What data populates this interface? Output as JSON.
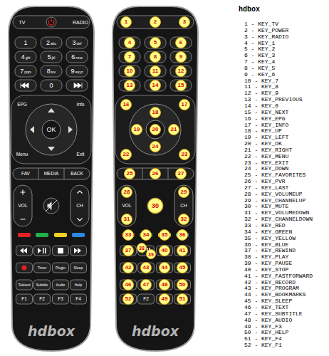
{
  "diagram": {
    "title": "hdbox",
    "nodes": [
      {
        "text": [
          "hdbox"
        ]
      },
      {
        "text": [
          "TV"
        ],
        "in": 0
      },
      {
        "text": [
          "RADIO"
        ],
        "in": 0
      },
      {
        "text": [
          "1"
        ],
        "in": 0
      },
      {
        "text": [
          "2",
          "abc"
        ],
        "in": 0
      },
      {
        "text": [
          "3",
          "def"
        ],
        "in": 0
      },
      {
        "text": [
          "4",
          "ghi"
        ],
        "in": 0
      },
      {
        "text": [
          "5",
          "jkl"
        ],
        "in": 0
      },
      {
        "text": [
          "6",
          "mno"
        ],
        "in": 0
      },
      {
        "text": [
          "7",
          "pqrs"
        ],
        "in": 0
      },
      {
        "text": [
          "8",
          "tuv"
        ],
        "in": 0
      },
      {
        "text": [
          "9",
          "wxyz"
        ],
        "in": 0
      },
      {
        "text": [
          "0"
        ],
        "in": 0
      },
      {
        "text": [
          "EPG"
        ],
        "in": 0
      },
      {
        "text": [
          "Info"
        ],
        "in": 0
      },
      {
        "text": [
          "OK"
        ],
        "in": 0
      },
      {
        "text": [
          "Menu"
        ],
        "in": 0
      },
      {
        "text": [
          "Exit"
        ],
        "in": 0
      },
      {
        "text": [
          "FAV"
        ],
        "in": 0
      },
      {
        "text": [
          "MEDIA"
        ],
        "in": 0
      },
      {
        "text": [
          "BACK"
        ],
        "in": 0
      },
      {
        "text": [
          "VOL"
        ],
        "in": 0
      },
      {
        "text": [
          "CH"
        ],
        "in": 0
      },
      {
        "text": [
          "Timer"
        ],
        "in": 0
      },
      {
        "text": [
          "Plugin"
        ],
        "in": 0
      },
      {
        "text": [
          "Sleep"
        ],
        "in": 0
      },
      {
        "text": [
          "Teletext"
        ],
        "in": 0
      },
      {
        "text": [
          "Subtitle"
        ],
        "in": 0
      },
      {
        "text": [
          "Audio"
        ],
        "in": 0
      },
      {
        "text": [
          "Help"
        ],
        "in": 0
      },
      {
        "text": [
          "F1"
        ],
        "in": 0
      },
      {
        "text": [
          "F2"
        ],
        "in": 0
      },
      {
        "text": [
          "F3"
        ],
        "in": 0
      },
      {
        "text": [
          "F4"
        ],
        "in": 0
      },
      {
        "text": [
          "hdbox"
        ]
      },
      {
        "text": [
          "1"
        ],
        "in": 34
      },
      {
        "text": [
          "2"
        ],
        "in": 34
      },
      {
        "text": [
          "3"
        ],
        "in": 34
      },
      {
        "text": [
          "4"
        ],
        "in": 34
      },
      {
        "text": [
          "5"
        ],
        "in": 34
      },
      {
        "text": [
          "6"
        ],
        "in": 34
      },
      {
        "text": [
          "7"
        ],
        "in": 34
      },
      {
        "text": [
          "8"
        ],
        "in": 34
      },
      {
        "text": [
          "9"
        ],
        "in": 34
      },
      {
        "text": [
          "10"
        ],
        "in": 34
      },
      {
        "text": [
          "11"
        ],
        "in": 34
      },
      {
        "text": [
          "12"
        ],
        "in": 34
      },
      {
        "text": [
          "13"
        ],
        "in": 34
      },
      {
        "text": [
          "14"
        ],
        "in": 34
      },
      {
        "text": [
          "15"
        ],
        "in": 34
      },
      {
        "text": [
          "16"
        ],
        "in": 34
      },
      {
        "text": [
          "17"
        ],
        "in": 34
      },
      {
        "text": [
          "18"
        ],
        "in": 34
      },
      {
        "text": [
          "19"
        ],
        "in": 34
      },
      {
        "text": [
          "20"
        ],
        "in": 34
      },
      {
        "text": [
          "21"
        ],
        "in": 34
      },
      {
        "text": [
          "22"
        ],
        "in": 34
      },
      {
        "text": [
          "23"
        ],
        "in": 34
      },
      {
        "text": [
          "24"
        ],
        "in": 34
      },
      {
        "text": [
          "25"
        ],
        "in": 34
      },
      {
        "text": [
          "26"
        ],
        "in": 34
      },
      {
        "text": [
          "27"
        ],
        "in": 34
      },
      {
        "text": [
          "28"
        ],
        "in": 34
      },
      {
        "text": [
          "29"
        ],
        "in": 34
      },
      {
        "text": [
          "VOL"
        ],
        "in": 34
      },
      {
        "text": [
          "30"
        ],
        "in": 34
      },
      {
        "text": [
          "CH"
        ],
        "in": 34
      },
      {
        "text": [
          "31"
        ],
        "in": 34
      },
      {
        "text": [
          "32"
        ],
        "in": 34
      },
      {
        "text": [
          "33"
        ],
        "in": 34
      },
      {
        "text": [
          "34"
        ],
        "in": 34
      },
      {
        "text": [
          "35"
        ],
        "in": 34
      },
      {
        "text": [
          "36"
        ],
        "in": 34
      },
      {
        "text": [
          "37"
        ],
        "in": 34
      },
      {
        "text": [
          "38"
        ],
        "in": 34
      },
      {
        "text": [
          "39"
        ],
        "in": 34
      },
      {
        "text": [
          "40"
        ],
        "in": 34
      },
      {
        "text": [
          "41"
        ],
        "in": 34
      },
      {
        "text": [
          "42"
        ],
        "in": 34
      },
      {
        "text": [
          "43"
        ],
        "in": 34
      },
      {
        "text": [
          "44"
        ],
        "in": 34
      },
      {
        "text": [
          "45"
        ],
        "in": 34
      },
      {
        "text": [
          "46"
        ],
        "in": 34
      },
      {
        "text": [
          "47"
        ],
        "in": 34
      },
      {
        "text": [
          "48"
        ],
        "in": 34
      },
      {
        "text": [
          "49"
        ],
        "in": 34
      },
      {
        "text": [
          "50"
        ],
        "in": 34
      },
      {
        "text": [
          "51"
        ],
        "in": 34
      },
      {
        "text": [
          "52"
        ],
        "in": 34
      },
      {
        "text": [
          "F2"
        ],
        "in": 34
      }
    ],
    "labels": [
      "1 - KEY_TV",
      "2 - KEY_POWER",
      "3 - KEY_RADIO",
      "4 - KEY_1",
      "5 - KEY_2",
      "6 - KEY_3",
      "7 - KEY_4",
      "8 - KEY_5",
      "9 - KEY_6",
      "10 - KEY_7",
      "11 - KEY_8",
      "12 - KEY_9",
      "13 - KEY_PREVIOUS",
      "14 - KEY_0",
      "15 - KEY_NEXT",
      "16 - KEY_EPG",
      "17 - KEY_INFO",
      "18 - KEY_UP",
      "19 - KEY_LEFT",
      "20 - KEY_OK",
      "21 - KEY_RIGHT",
      "22 - KEY_MENU",
      "23 - KEY_EXIT",
      "24 - KEY_DOWN",
      "25 - KEY_FAVORITES",
      "26 - KEY_PVR",
      "27 - KEY_LAST",
      "28 - KEY_VOLUMEUP",
      "29 - KEY_CHANNELUP",
      "30 - KEY_MUTE",
      "31 - KEY_VOLUMEDOWN",
      "32 - KEY_CHANNELDOWN",
      "33 - KEY_RED",
      "34 - KEY_GREEN",
      "35 - KEY_YELLOW",
      "36 - KEY_BLUE",
      "37 - KEY_REWIND",
      "38 - KEY_PLAY",
      "39 - KEY_PAUSE",
      "40 - KEY_STOP",
      "41 - KEY_FASTFORWARD",
      "42 - KEY_RECORD",
      "43 - KEY_PROGRAM",
      "44 - KEY_BOOKMARKS",
      "45 - KEY_SLEEP",
      "46 - KEY_TEXT",
      "47 - KEY_SUBTITLE",
      "48 - KEY_AUDIO",
      "49 - KEY_F3",
      "50 - KEY_HELP",
      "51 - KEY_F4",
      "52 - KEY_F1"
    ]
  }
}
